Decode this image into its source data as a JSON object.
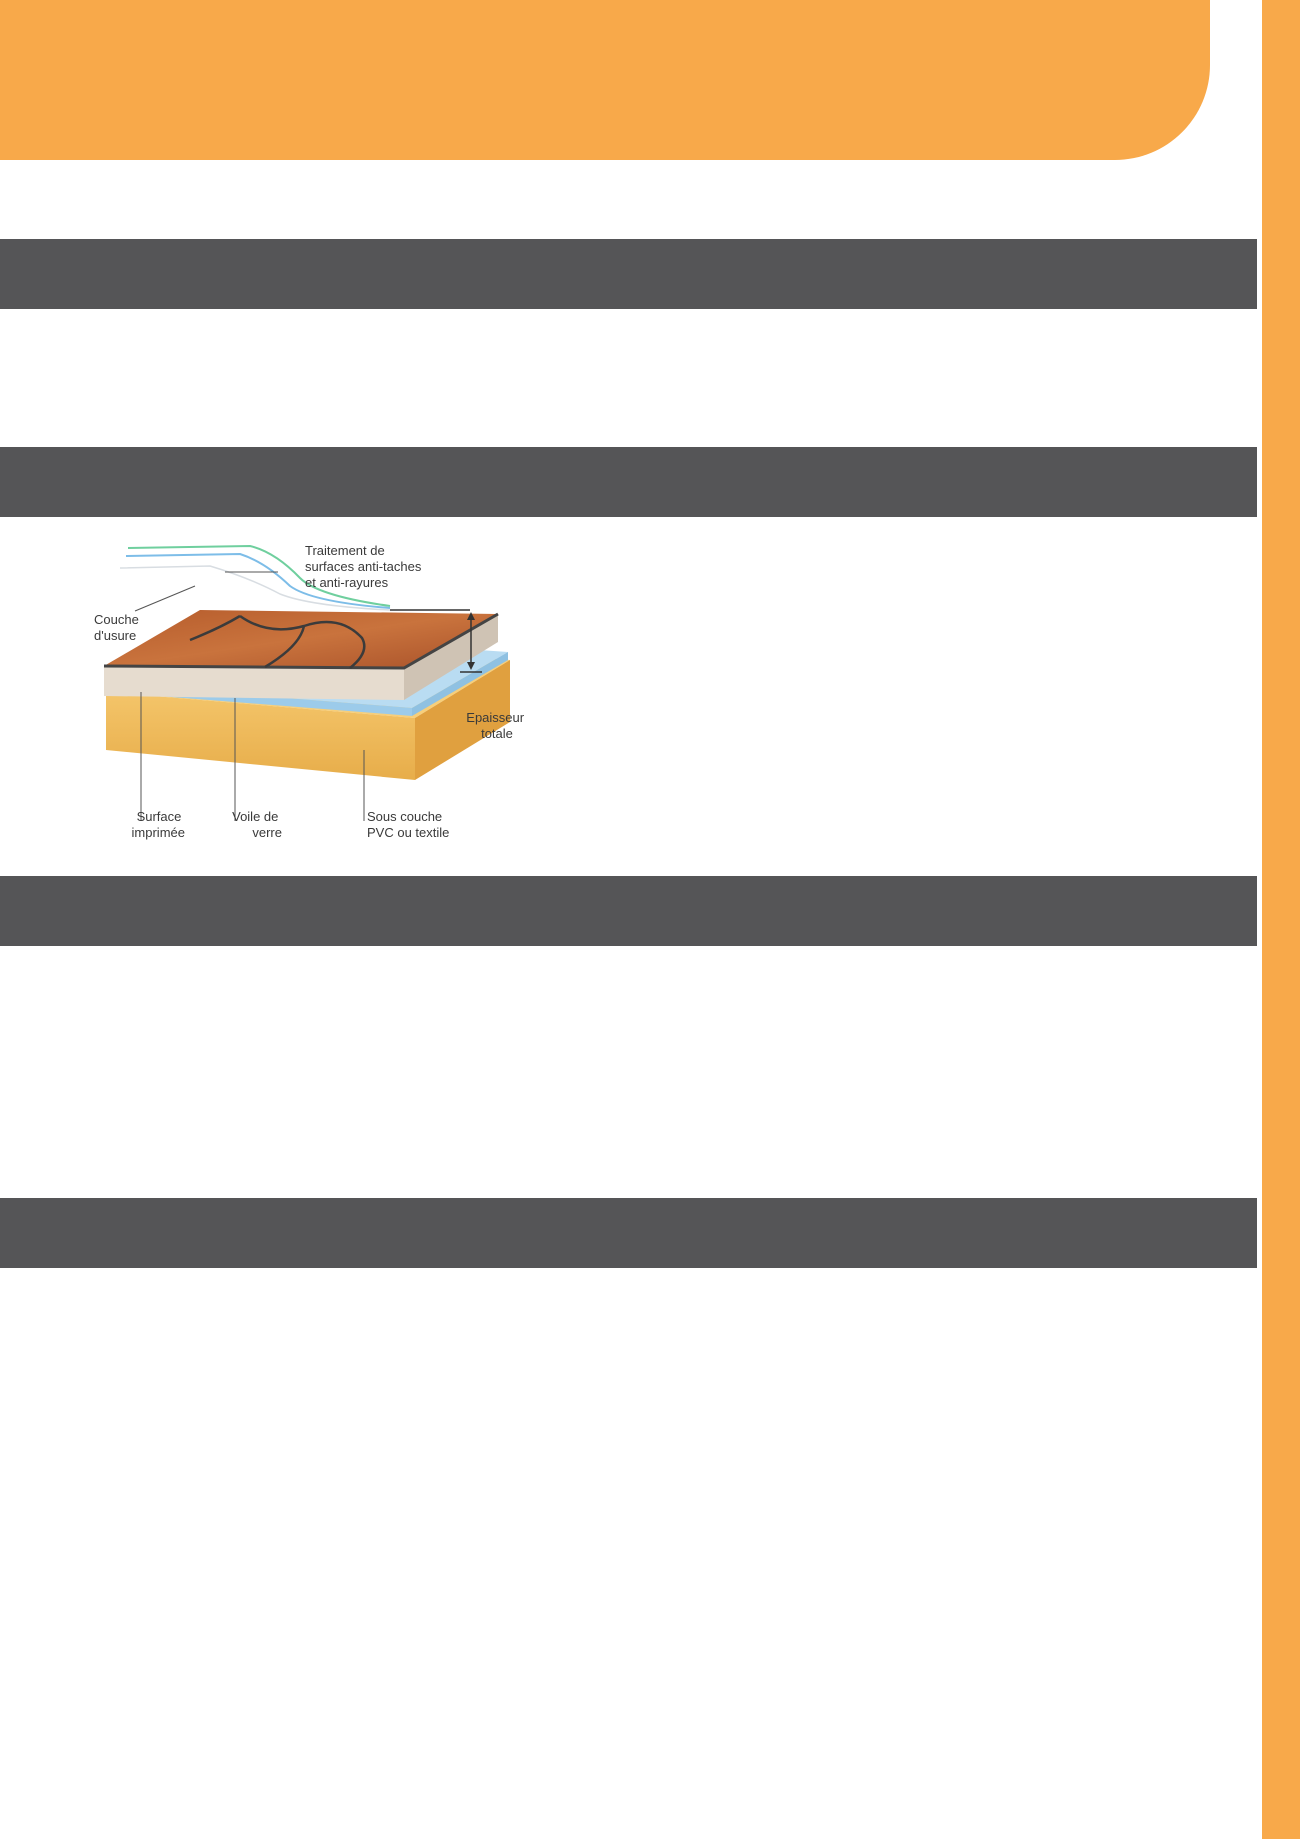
{
  "colors": {
    "accent": "#F8A94A",
    "section_bar": "#555557",
    "background": "#FFFFFF"
  },
  "sections": [
    {
      "title": ""
    },
    {
      "title": ""
    },
    {
      "title": ""
    },
    {
      "title": ""
    }
  ],
  "diagram": {
    "labels": {
      "treatment": [
        "Traitement de",
        "surfaces anti-taches",
        "et anti-rayures"
      ],
      "wear_layer": [
        "Couche",
        "d'usure"
      ],
      "thickness": [
        "Epaisseur",
        "totale"
      ],
      "printed_surface": [
        "Surface",
        "imprimée"
      ],
      "glass_veil": [
        "Voile de",
        "verre"
      ],
      "underlayer": [
        "Sous couche",
        "PVC ou textile"
      ]
    }
  }
}
